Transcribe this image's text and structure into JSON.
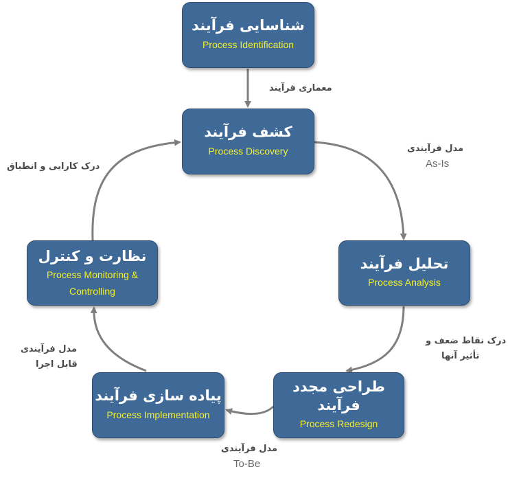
{
  "boxes": {
    "identification": {
      "fa": "شناسایی فرآیند",
      "en": "Process Identification"
    },
    "discovery": {
      "fa": "کشف فرآیند",
      "en": "Process Discovery"
    },
    "analysis": {
      "fa": "تحلیل فرآیند",
      "en": "Process Analysis"
    },
    "redesign": {
      "fa": "طراحی مجدد فرآیند",
      "en": "Process Redesign"
    },
    "implementation": {
      "fa": "پیاده سازی فرآیند",
      "en": "Process Implementation"
    },
    "monitoring": {
      "fa": "نظارت و کنترل",
      "en_line1": "Process Monitoring &",
      "en_line2": "Controlling"
    }
  },
  "edges": {
    "identification_to_discovery": "معماری فرآیند",
    "discovery_to_analysis": {
      "fa": "مدل فرآیندی",
      "en": "As-Is"
    },
    "analysis_to_redesign": {
      "line1": "درک نقاط ضعف و",
      "line2": "تأثیر آنها"
    },
    "redesign_to_implementation": {
      "fa": "مدل فرآیندی",
      "en": "To-Be"
    },
    "implementation_to_monitoring": {
      "line1": "مدل فرآیندی",
      "line2": "قابل اجرا"
    },
    "monitoring_to_discovery": "درک کارایی و انطباق"
  },
  "colors": {
    "box_fill": "#3f6a98",
    "box_border": "#2d4e73",
    "fa_text": "#ffffff",
    "en_text": "#f3f02a",
    "arrow": "#7f7f7f"
  }
}
